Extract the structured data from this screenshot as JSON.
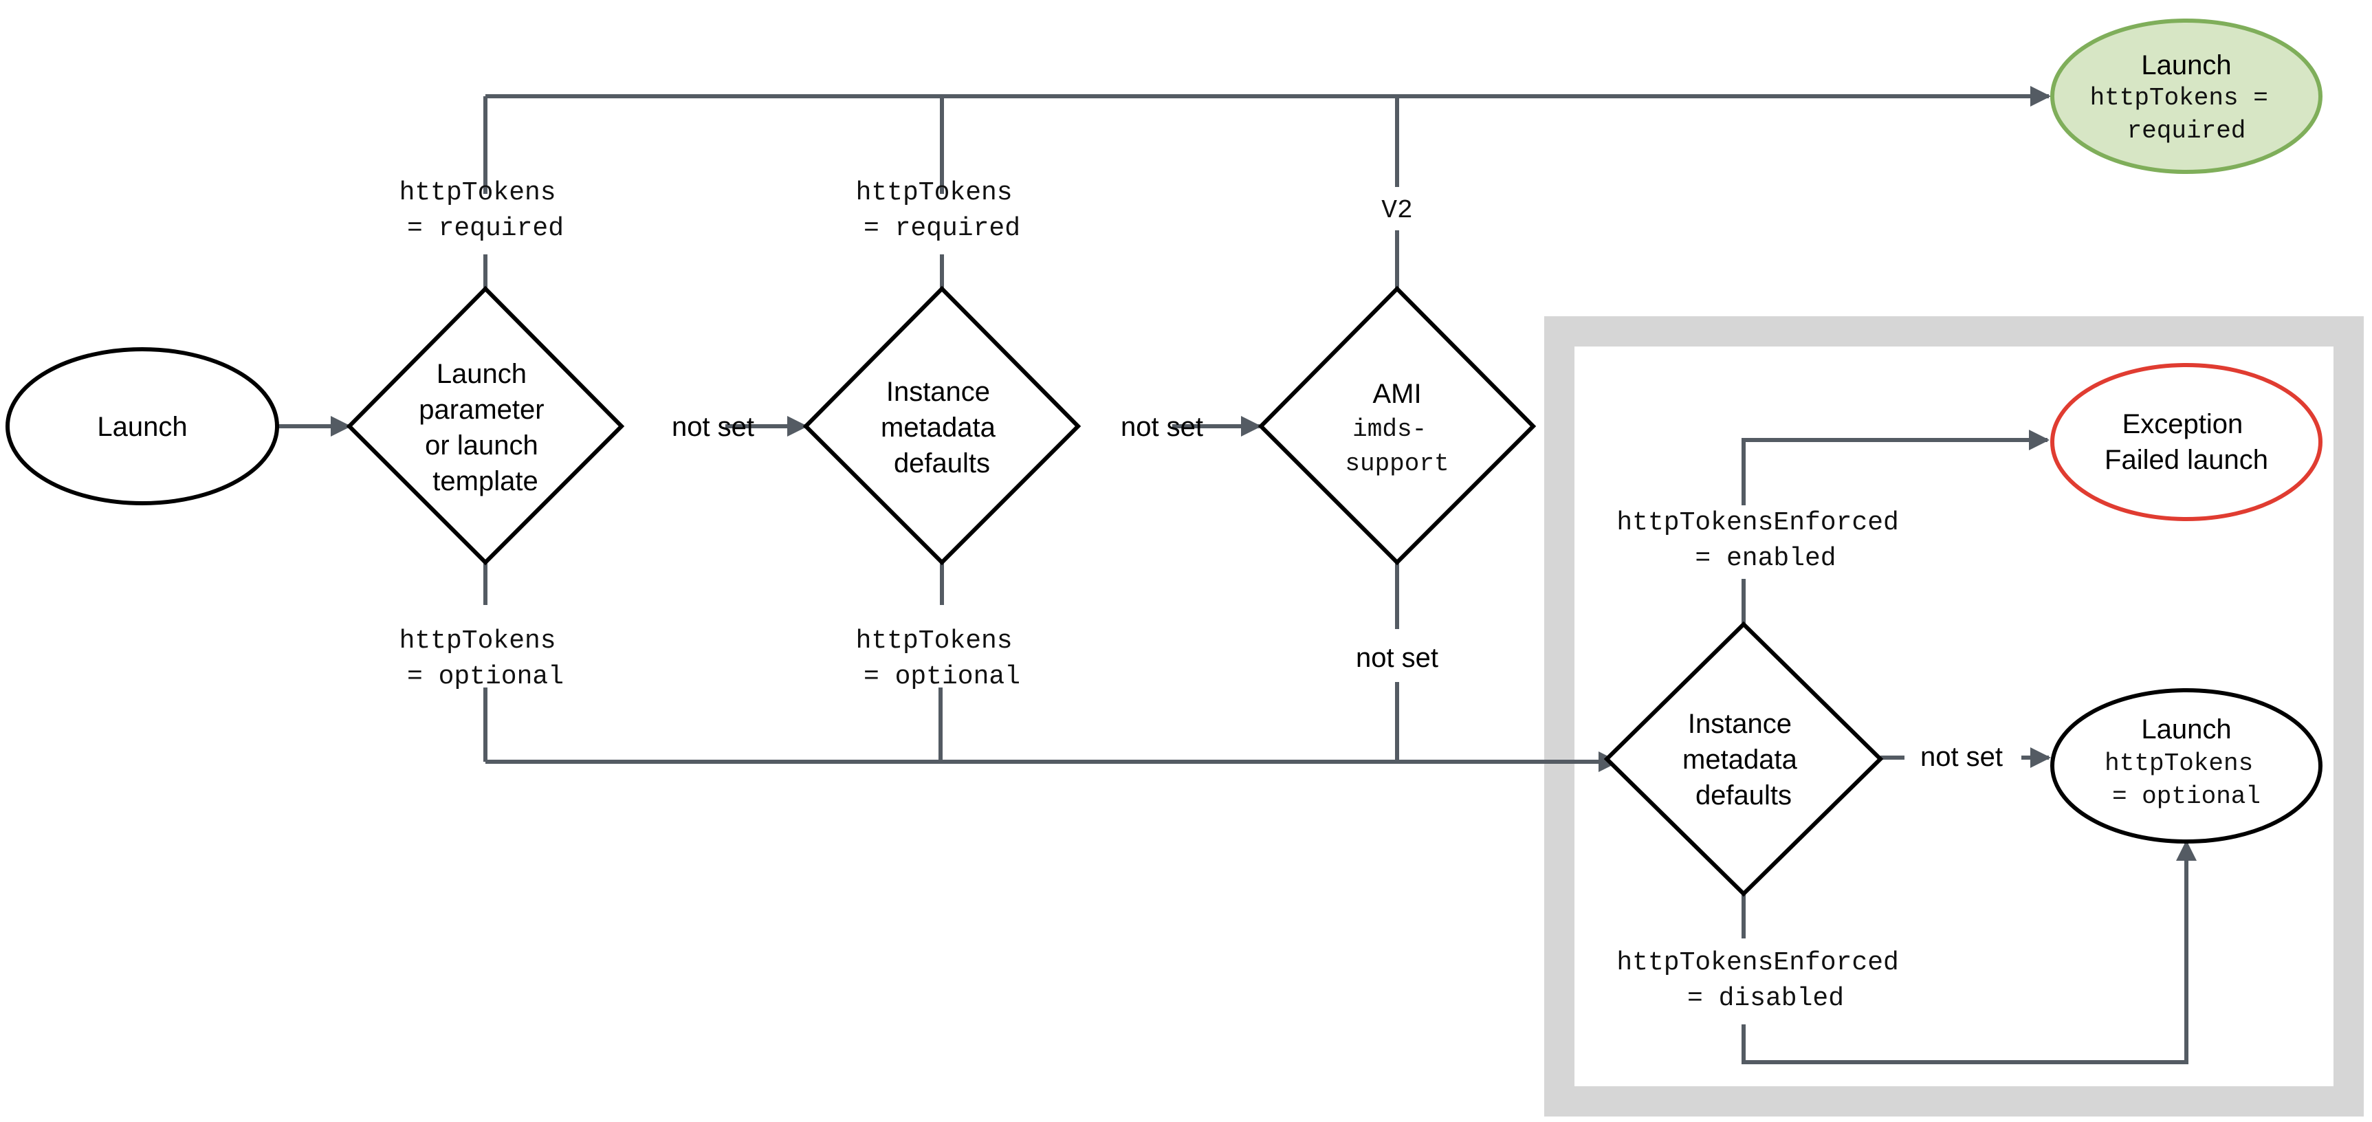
{
  "colors": {
    "line": "#545b63",
    "node_stroke": "#000000",
    "success_fill": "#d7e6c5",
    "success_stroke": "#7fae5a",
    "error_stroke": "#e03c31",
    "region_border": "#d6d6d6"
  },
  "nodes": {
    "start": {
      "label": "Launch"
    },
    "launch_param": {
      "lines": [
        "Launch",
        "parameter",
        "or launch",
        "template"
      ]
    },
    "instance_defaults_1": {
      "lines": [
        "Instance",
        "metadata",
        "defaults"
      ]
    },
    "ami": {
      "title": "AMI",
      "mono_lines": [
        "imds-",
        "support"
      ]
    },
    "instance_defaults_2": {
      "lines": [
        "Instance",
        "metadata",
        "defaults"
      ]
    },
    "launch_required": {
      "title": "Launch",
      "mono_lines": [
        "httpTokens =",
        "required"
      ]
    },
    "exception": {
      "lines": [
        "Exception",
        "Failed launch"
      ]
    },
    "launch_optional": {
      "title": "Launch",
      "mono_lines": [
        "httpTokens",
        "= optional"
      ]
    }
  },
  "edges": {
    "lp_required": [
      "httpTokens",
      "= required"
    ],
    "imd1_required": [
      "httpTokens",
      "= required"
    ],
    "ami_v2": "V2",
    "lp_optional": [
      "httpTokens",
      "= optional"
    ],
    "imd1_optional": [
      "httpTokens",
      "= optional"
    ],
    "ami_not_set": "not set",
    "lp_not_set": "not set",
    "imd1_not_set": "not set",
    "imd2_enabled": [
      "httpTokensEnforced",
      "= enabled"
    ],
    "imd2_disabled": [
      "httpTokensEnforced",
      "= disabled"
    ],
    "imd2_not_set": "not set"
  }
}
